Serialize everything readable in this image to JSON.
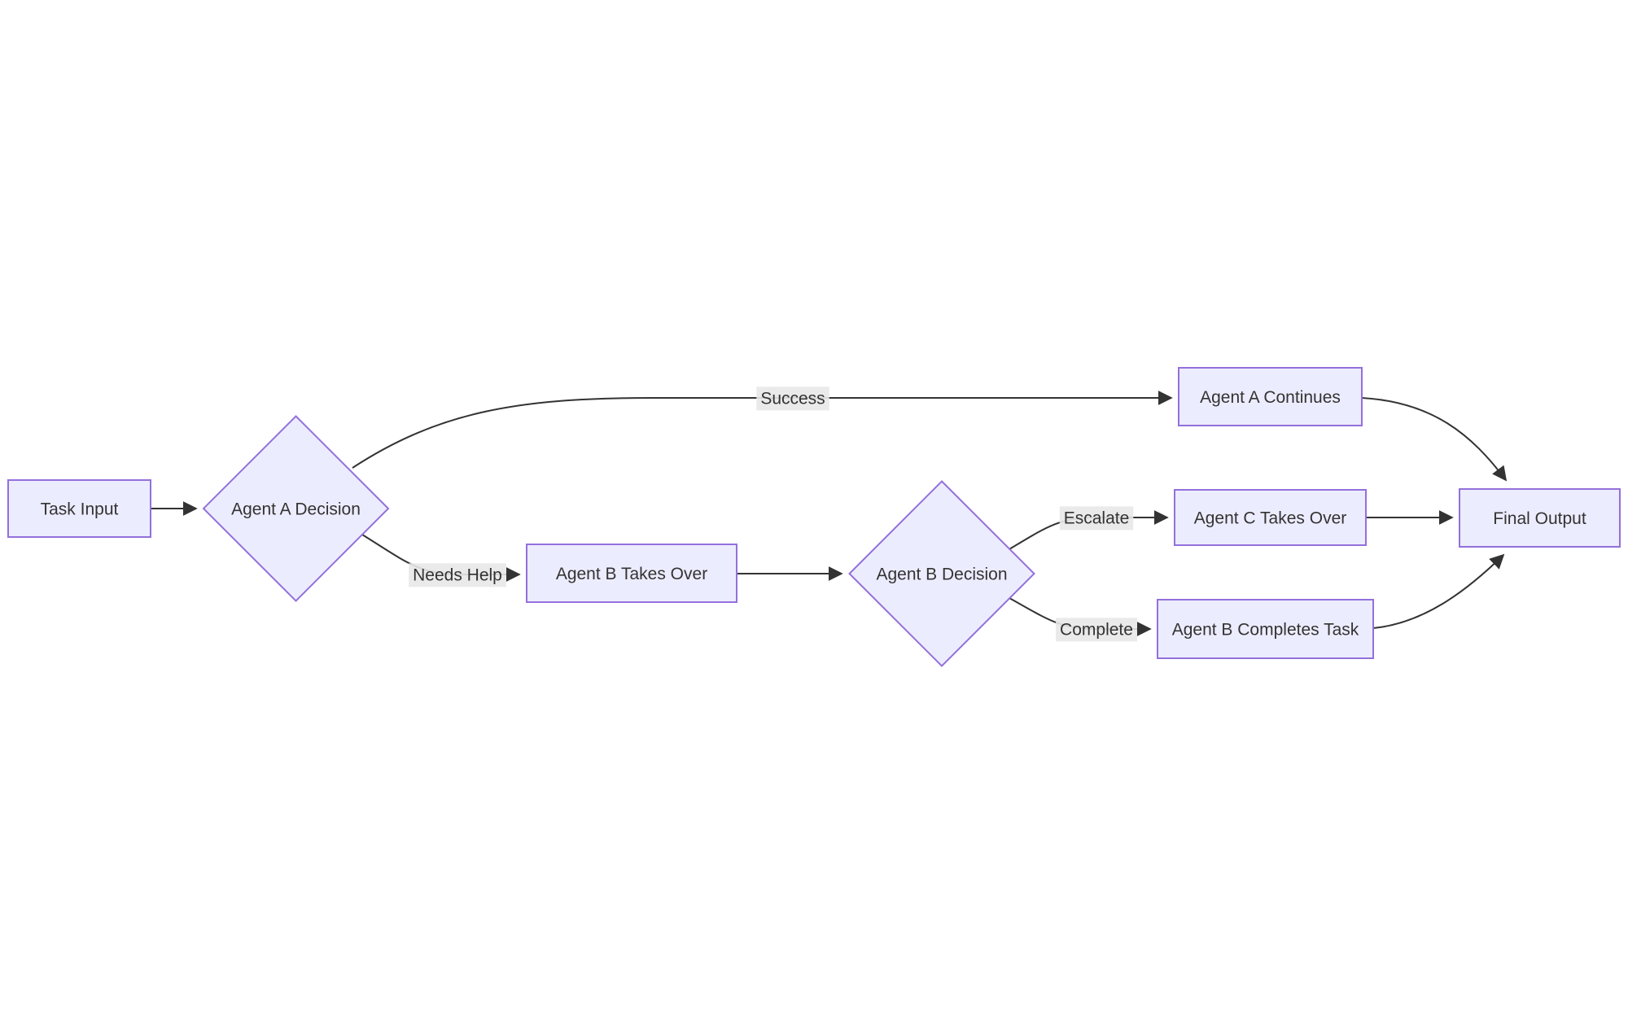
{
  "diagram": {
    "type": "flowchart",
    "direction": "left-to-right",
    "background": "#ffffff",
    "colors": {
      "node_fill": "#ECECFF",
      "node_border": "#9370DB",
      "edge_line": "#333333",
      "text": "#333333",
      "edge_label_background": "#e8e8e8"
    },
    "nodes": [
      {
        "id": "task-input",
        "label": "Task Input",
        "shape": "rectangle"
      },
      {
        "id": "agent-a-decision",
        "label": "Agent A Decision",
        "shape": "diamond"
      },
      {
        "id": "agent-a-continues",
        "label": "Agent A Continues",
        "shape": "rectangle"
      },
      {
        "id": "agent-b-takes-over",
        "label": "Agent B Takes Over",
        "shape": "rectangle"
      },
      {
        "id": "agent-b-decision",
        "label": "Agent B Decision",
        "shape": "diamond"
      },
      {
        "id": "agent-c-takes-over",
        "label": "Agent C Takes Over",
        "shape": "rectangle"
      },
      {
        "id": "agent-b-completes-task",
        "label": "Agent B Completes Task",
        "shape": "rectangle"
      },
      {
        "id": "final-output",
        "label": "Final Output",
        "shape": "rectangle"
      }
    ],
    "edges": [
      {
        "from": "Task Input",
        "to": "Agent A Decision",
        "label": ""
      },
      {
        "from": "Agent A Decision",
        "to": "Agent A Continues",
        "label": "Success"
      },
      {
        "from": "Agent A Decision",
        "to": "Agent B Takes Over",
        "label": "Needs Help"
      },
      {
        "from": "Agent B Takes Over",
        "to": "Agent B Decision",
        "label": ""
      },
      {
        "from": "Agent B Decision",
        "to": "Agent C Takes Over",
        "label": "Escalate"
      },
      {
        "from": "Agent B Decision",
        "to": "Agent B Completes Task",
        "label": "Complete"
      },
      {
        "from": "Agent A Continues",
        "to": "Final Output",
        "label": ""
      },
      {
        "from": "Agent C Takes Over",
        "to": "Final Output",
        "label": ""
      },
      {
        "from": "Agent B Completes Task",
        "to": "Final Output",
        "label": ""
      }
    ]
  }
}
